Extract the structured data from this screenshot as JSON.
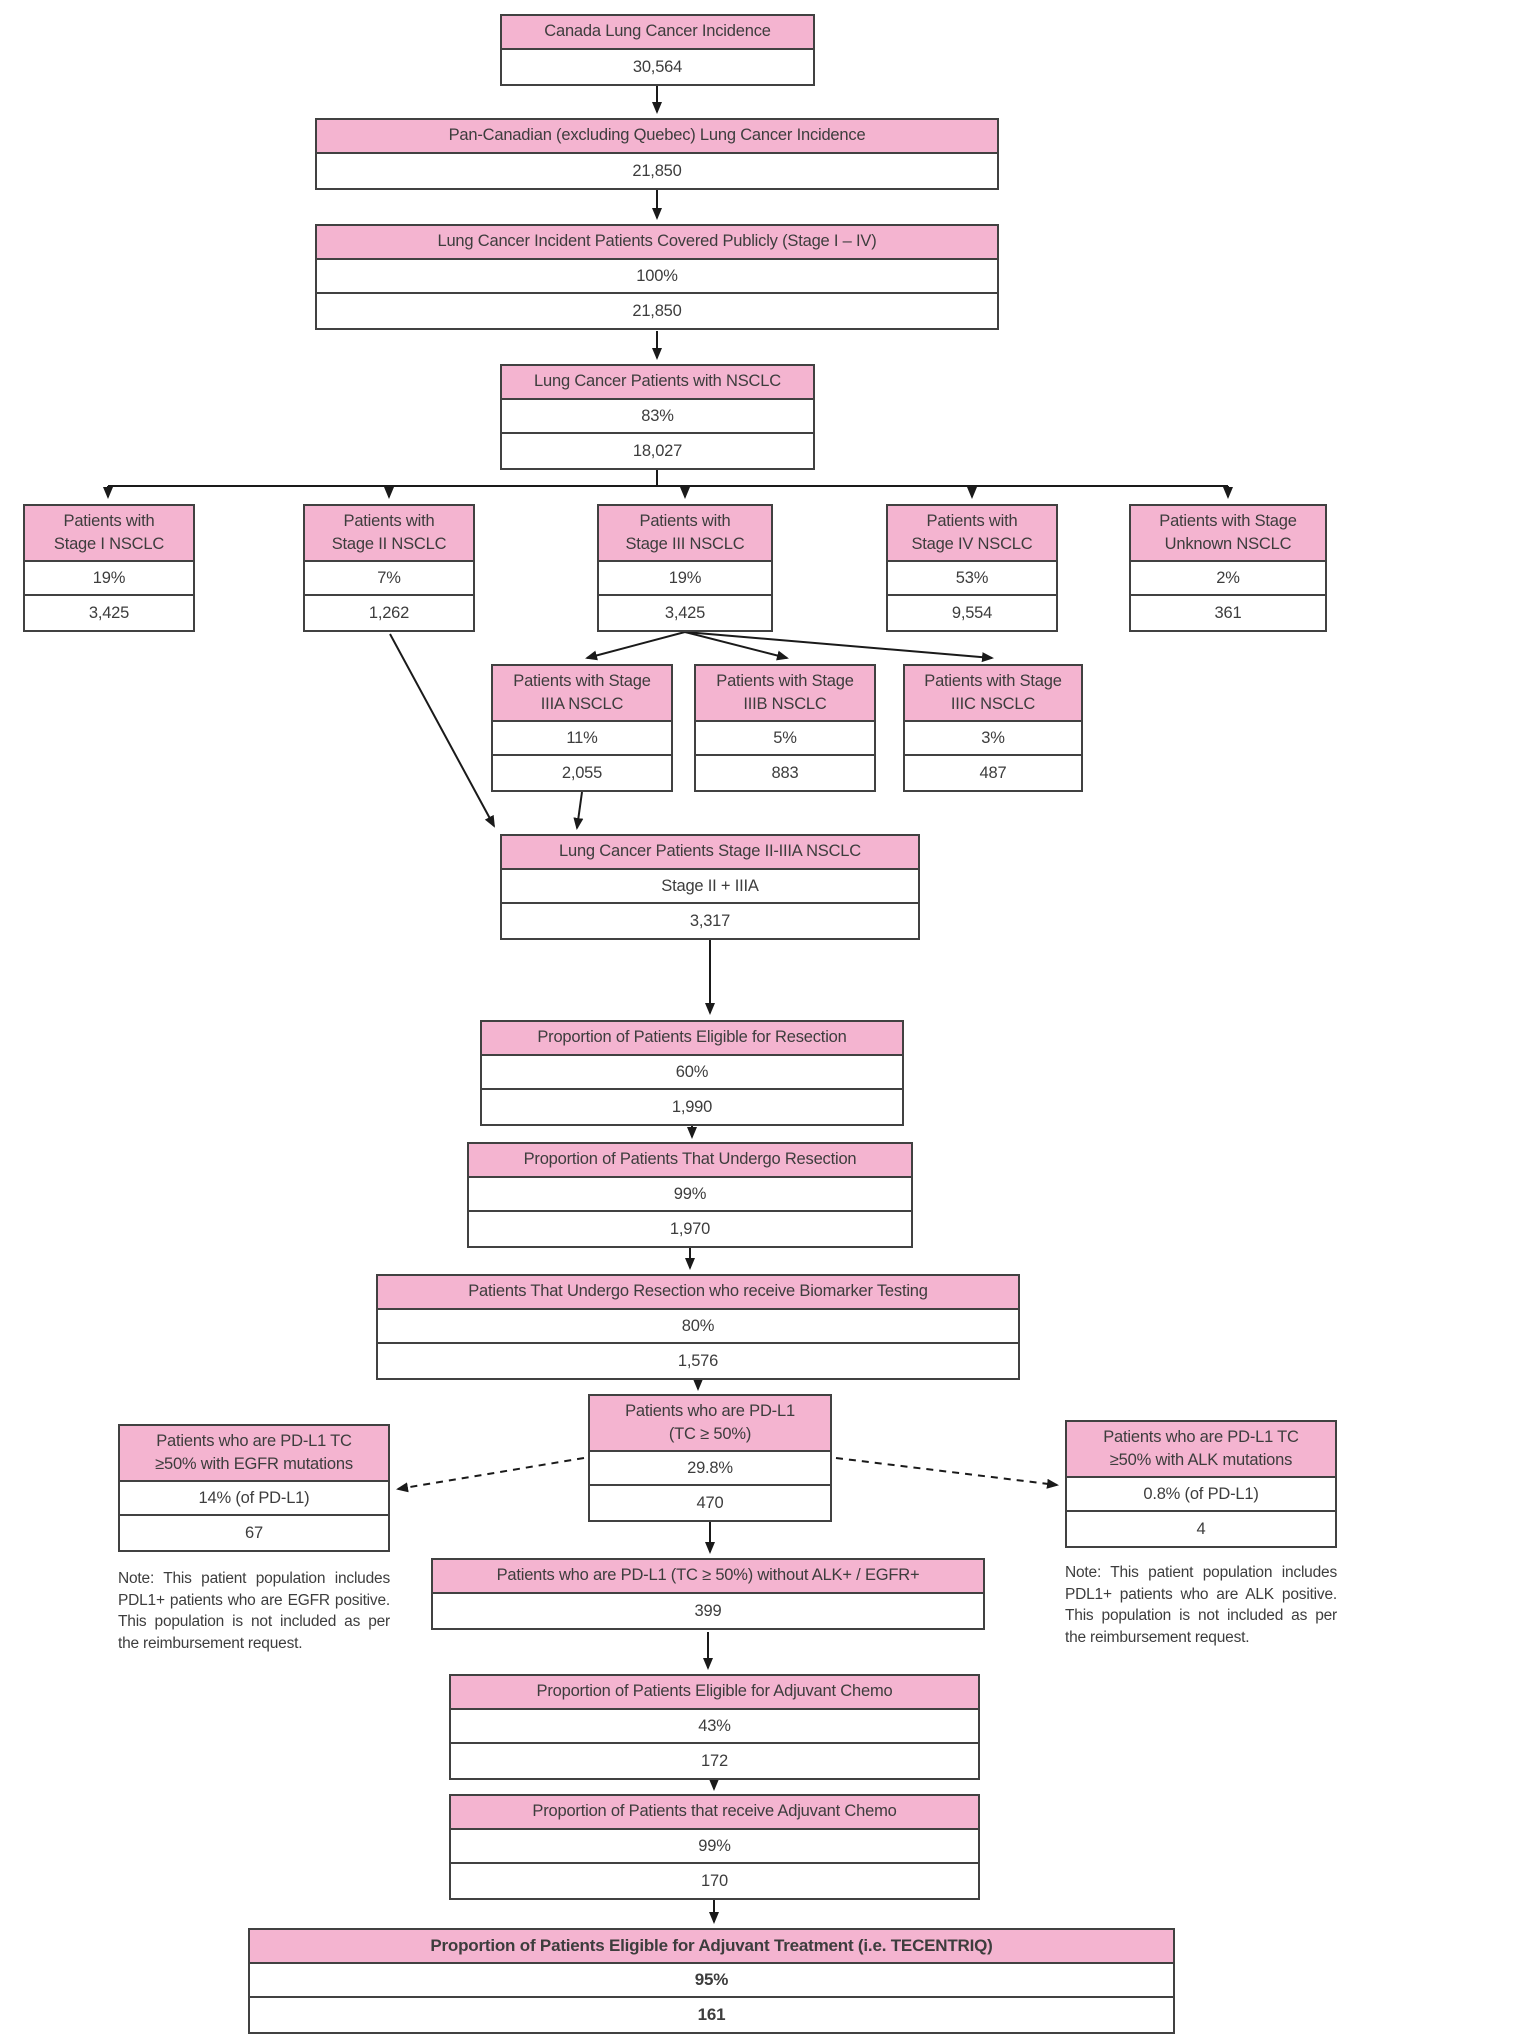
{
  "colors": {
    "header_pink": "#F4B4D0",
    "box_border": "#414141",
    "arrow_black": "#1a1a1a",
    "text": "#3d3d3d"
  },
  "boxes": {
    "canada": {
      "title": "Canada Lung Cancer Incidence",
      "rows": [
        "30,564"
      ]
    },
    "pan_canadian": {
      "title": "Pan-Canadian (excluding Quebec) Lung Cancer Incidence",
      "rows": [
        "21,850"
      ]
    },
    "covered_publicly": {
      "title": "Lung Cancer Incident Patients Covered Publicly (Stage I – IV)",
      "rows": [
        "100%",
        "21,850"
      ]
    },
    "nsclc": {
      "title": "Lung Cancer Patients with NSCLC",
      "rows": [
        "83%",
        "18,027"
      ]
    },
    "stage_i": {
      "title": "Patients with\nStage I NSCLC",
      "rows": [
        "19%",
        "3,425"
      ]
    },
    "stage_ii": {
      "title": "Patients with\nStage II NSCLC",
      "rows": [
        "7%",
        "1,262"
      ]
    },
    "stage_iii": {
      "title": "Patients with\nStage III NSCLC",
      "rows": [
        "19%",
        "3,425"
      ]
    },
    "stage_iv": {
      "title": "Patients with\nStage IV NSCLC",
      "rows": [
        "53%",
        "9,554"
      ]
    },
    "stage_unknown": {
      "title": "Patients with Stage\nUnknown NSCLC",
      "rows": [
        "2%",
        "361"
      ]
    },
    "stage_iiia": {
      "title": "Patients with Stage\nIIIA NSCLC",
      "rows": [
        "11%",
        "2,055"
      ]
    },
    "stage_iiib": {
      "title": "Patients with Stage\nIIIB NSCLC",
      "rows": [
        "5%",
        "883"
      ]
    },
    "stage_iiic": {
      "title": "Patients with Stage\nIIIC NSCLC",
      "rows": [
        "3%",
        "487"
      ]
    },
    "stage_ii_iiia": {
      "title": "Lung Cancer Patients Stage II-IIIA NSCLC",
      "rows": [
        "Stage II + IIIA",
        "3,317"
      ]
    },
    "eligible_resection": {
      "title": "Proportion of Patients Eligible for Resection",
      "rows": [
        "60%",
        "1,990"
      ]
    },
    "undergo_resection": {
      "title": "Proportion of Patients That Undergo Resection",
      "rows": [
        "99%",
        "1,970"
      ]
    },
    "biomarker_testing": {
      "title": "Patients That Undergo Resection who receive Biomarker Testing",
      "rows": [
        "80%",
        "1,576"
      ]
    },
    "pdl1": {
      "title": "Patients who are PD-L1\n(TC ≥ 50%)",
      "rows": [
        "29.8%",
        "470"
      ]
    },
    "pdl1_egfr": {
      "title": "Patients who are PD-L1 TC\n≥50% with EGFR mutations",
      "rows": [
        "14% (of PD-L1)",
        "67"
      ]
    },
    "pdl1_alk": {
      "title": "Patients who are PD-L1 TC\n≥50% with ALK mutations",
      "rows": [
        "0.8% (of PD-L1)",
        "4"
      ]
    },
    "pdl1_no_alk_egfr": {
      "title": "Patients who are PD-L1 (TC ≥ 50%) without ALK+ / EGFR+",
      "rows": [
        "399"
      ]
    },
    "adjuvant_chemo_eligible": {
      "title": "Proportion of Patients Eligible for Adjuvant Chemo",
      "rows": [
        "43%",
        "172"
      ]
    },
    "adjuvant_chemo_receive": {
      "title": "Proportion of Patients that receive Adjuvant Chemo",
      "rows": [
        "99%",
        "170"
      ]
    },
    "adjuvant_treatment": {
      "title": "Proportion of Patients Eligible for Adjuvant Treatment  (i.e. TECENTRIQ)",
      "rows": [
        "95%",
        "161"
      ]
    }
  },
  "notes": {
    "egfr": "Note: This patient population includes PDL1+ patients who are EGFR positive. This population is not included as per the reimbursement request.",
    "alk": "Note: This patient population includes PDL1+ patients who are ALK positive. This population is not included as per the reimbursement request."
  }
}
